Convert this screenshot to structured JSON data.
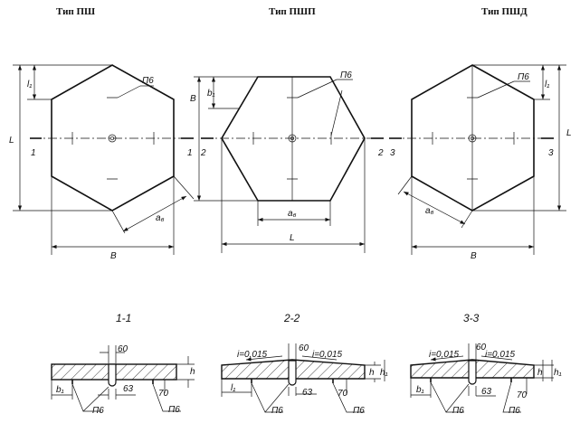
{
  "titles": {
    "type1": "Тип ПШ",
    "type2": "Тип ПШП",
    "type3": "Тип ПШД"
  },
  "sections": {
    "s1": "1-1",
    "s2": "2-2",
    "s3": "3-3"
  },
  "dims": {
    "L": "L",
    "B": "B",
    "l1": "l₁",
    "b1": "b₁",
    "a6": "a₆",
    "h": "h",
    "h1": "h₁",
    "P6": "П6",
    "d60": "60",
    "d63": "63",
    "d70": "70",
    "slope": "i=0,015",
    "cut1": "1",
    "cut2": "2",
    "cut3": "3"
  }
}
